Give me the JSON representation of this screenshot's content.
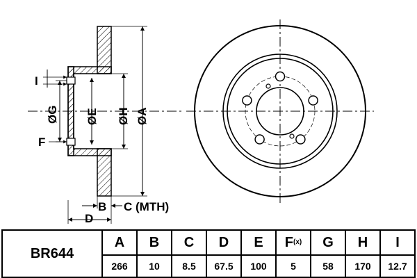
{
  "diagram": {
    "side_labels": {
      "I": "I",
      "G": "ØG",
      "E": "ØE",
      "H": "ØH",
      "A": "ØA",
      "F": "F",
      "B": "B",
      "C": "C (MTH)",
      "D": "D"
    }
  },
  "table": {
    "part_number": "BR644",
    "headers": [
      {
        "key": "A",
        "label": "A",
        "sub": ""
      },
      {
        "key": "B",
        "label": "B",
        "sub": ""
      },
      {
        "key": "C",
        "label": "C",
        "sub": ""
      },
      {
        "key": "D",
        "label": "D",
        "sub": ""
      },
      {
        "key": "E",
        "label": "E",
        "sub": ""
      },
      {
        "key": "F",
        "label": "F",
        "sub": "(x)"
      },
      {
        "key": "G",
        "label": "G",
        "sub": ""
      },
      {
        "key": "H",
        "label": "H",
        "sub": ""
      },
      {
        "key": "I",
        "label": "I",
        "sub": ""
      }
    ],
    "values": [
      "266",
      "10",
      "8.5",
      "67.5",
      "100",
      "5",
      "58",
      "170",
      "12.7"
    ]
  }
}
